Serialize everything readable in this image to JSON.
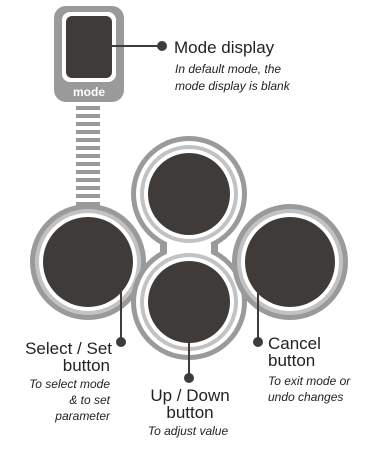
{
  "colors": {
    "bezel": "#9a9a9a",
    "ring": "#c2c2c2",
    "button": "#3f3b38",
    "leader": "#3f3b38",
    "text": "#222222",
    "background": "#ffffff"
  },
  "device": {
    "mode_badge_label": "mode"
  },
  "callouts": {
    "mode_display": {
      "title": "Mode display",
      "desc_line1": "In default mode, the",
      "desc_line2": "mode display is blank"
    },
    "select_set": {
      "title_line1": "Select / Set",
      "title_line2": "button",
      "desc_line1": "To select mode",
      "desc_line2": "& to set",
      "desc_line3": "parameter"
    },
    "up_down": {
      "title_line1": "Up / Down",
      "title_line2": "button",
      "desc_line1": "To adjust value"
    },
    "cancel": {
      "title_line1": "Cancel",
      "title_line2": "button",
      "desc_line1": "To exit mode or",
      "desc_line2": "undo changes"
    }
  }
}
